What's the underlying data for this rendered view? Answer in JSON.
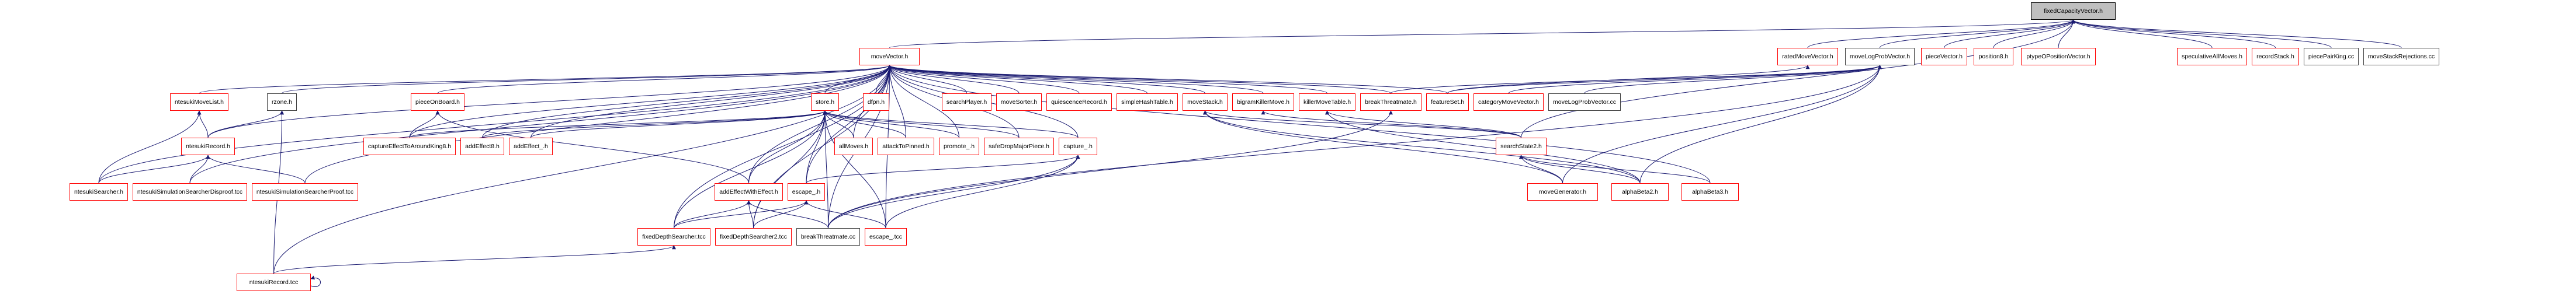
{
  "graph": {
    "title": "fixedCapacityVector.h",
    "colors": {
      "edge": "#191970",
      "root_fill": "#bfbfbf",
      "documented_border": "#ff0000",
      "undocumented_border": "#404040",
      "background": "#ffffff"
    },
    "nodes": [
      {
        "id": "fixedCapacityVector",
        "label": "fixedCapacityVector.h",
        "style": "root"
      },
      {
        "id": "moveVector",
        "label": "moveVector.h",
        "style": "red"
      },
      {
        "id": "ratedMoveVector",
        "label": "ratedMoveVector.h",
        "style": "red"
      },
      {
        "id": "moveLogProbVector",
        "label": "moveLogProbVector.h",
        "style": "black"
      },
      {
        "id": "pieceVector",
        "label": "pieceVector.h",
        "style": "red"
      },
      {
        "id": "position8",
        "label": "position8.h",
        "style": "red"
      },
      {
        "id": "ptypeOPositionVector",
        "label": "ptypeOPositionVector.h",
        "style": "red"
      },
      {
        "id": "speculativeAllMoves",
        "label": "speculativeAllMoves.h",
        "style": "red"
      },
      {
        "id": "recordStack",
        "label": "recordStack.h",
        "style": "red"
      },
      {
        "id": "piecePairKing",
        "label": "piecePairKing.cc",
        "style": "black"
      },
      {
        "id": "moveStackRejections",
        "label": "moveStackRejections.cc",
        "style": "black"
      },
      {
        "id": "ntesukiMoveList",
        "label": "ntesukiMoveList.h",
        "style": "red"
      },
      {
        "id": "rzone",
        "label": "rzone.h",
        "style": "black"
      },
      {
        "id": "pieceOnBoard",
        "label": "pieceOnBoard.h",
        "style": "red"
      },
      {
        "id": "store",
        "label": "store.h",
        "style": "red"
      },
      {
        "id": "dfpn",
        "label": "dfpn.h",
        "style": "red"
      },
      {
        "id": "searchPlayer",
        "label": "searchPlayer.h",
        "style": "red"
      },
      {
        "id": "moveSorter",
        "label": "moveSorter.h",
        "style": "red"
      },
      {
        "id": "quiescenceRecord",
        "label": "quiescenceRecord.h",
        "style": "red"
      },
      {
        "id": "simpleHashTable",
        "label": "simpleHashTable.h",
        "style": "red"
      },
      {
        "id": "moveStack",
        "label": "moveStack.h",
        "style": "red"
      },
      {
        "id": "bigramKillerMove",
        "label": "bigramKillerMove.h",
        "style": "red"
      },
      {
        "id": "killerMoveTable",
        "label": "killerMoveTable.h",
        "style": "red"
      },
      {
        "id": "breakThreatmateH",
        "label": "breakThreatmate.h",
        "style": "red"
      },
      {
        "id": "featureSet",
        "label": "featureSet.h",
        "style": "red"
      },
      {
        "id": "categoryMoveVector",
        "label": "categoryMoveVector.h",
        "style": "red"
      },
      {
        "id": "moveLogProbVectorCc",
        "label": "moveLogProbVector.cc",
        "style": "black"
      },
      {
        "id": "ntesukiRecordH",
        "label": "ntesukiRecord.h",
        "style": "red"
      },
      {
        "id": "captureEffectToAroundKing8",
        "label": "captureEffectToAroundKing8.h",
        "style": "red"
      },
      {
        "id": "addEffect8",
        "label": "addEffect8.h",
        "style": "red"
      },
      {
        "id": "addEffect_",
        "label": "addEffect_.h",
        "style": "red"
      },
      {
        "id": "allMoves",
        "label": "allMoves.h",
        "style": "red"
      },
      {
        "id": "attackToPinned",
        "label": "attackToPinned.h",
        "style": "red"
      },
      {
        "id": "promote_",
        "label": "promote_.h",
        "style": "red"
      },
      {
        "id": "safeDropMajorPiece",
        "label": "safeDropMajorPiece.h",
        "style": "red"
      },
      {
        "id": "capture_",
        "label": "capture_.h",
        "style": "red"
      },
      {
        "id": "searchState2",
        "label": "searchState2.h",
        "style": "red"
      },
      {
        "id": "ntesukiSearcher",
        "label": "ntesukiSearcher.h",
        "style": "red"
      },
      {
        "id": "ntesukiSimDisproof",
        "label": "ntesukiSimulationSearcherDisproof.tcc",
        "style": "red"
      },
      {
        "id": "ntesukiSimProof",
        "label": "ntesukiSimulationSearcherProof.tcc",
        "style": "red"
      },
      {
        "id": "addEffectWithEffect",
        "label": "addEffectWithEffect.h",
        "style": "red"
      },
      {
        "id": "escape_H",
        "label": "escape_.h",
        "style": "red"
      },
      {
        "id": "moveGenerator",
        "label": "moveGenerator.h",
        "style": "red"
      },
      {
        "id": "alphaBeta2",
        "label": "alphaBeta2.h",
        "style": "red"
      },
      {
        "id": "alphaBeta3",
        "label": "alphaBeta3.h",
        "style": "red"
      },
      {
        "id": "fixedDepthSearcher",
        "label": "fixedDepthSearcher.tcc",
        "style": "red"
      },
      {
        "id": "fixedDepthSearcher2",
        "label": "fixedDepthSearcher2.tcc",
        "style": "red"
      },
      {
        "id": "breakThreatmateCc",
        "label": "breakThreatmate.cc",
        "style": "black"
      },
      {
        "id": "escape_Tcc",
        "label": "escape_.tcc",
        "style": "red"
      },
      {
        "id": "ntesukiRecordTcc",
        "label": "ntesukiRecord.tcc",
        "style": "red"
      }
    ],
    "edges": [
      [
        "moveVector",
        "fixedCapacityVector"
      ],
      [
        "ratedMoveVector",
        "fixedCapacityVector"
      ],
      [
        "moveLogProbVector",
        "fixedCapacityVector"
      ],
      [
        "pieceVector",
        "fixedCapacityVector"
      ],
      [
        "position8",
        "fixedCapacityVector"
      ],
      [
        "ptypeOPositionVector",
        "fixedCapacityVector"
      ],
      [
        "speculativeAllMoves",
        "fixedCapacityVector"
      ],
      [
        "recordStack",
        "fixedCapacityVector"
      ],
      [
        "piecePairKing",
        "fixedCapacityVector"
      ],
      [
        "moveStackRejections",
        "fixedCapacityVector"
      ],
      [
        "searchState2",
        "fixedCapacityVector"
      ],
      [
        "ntesukiMoveList",
        "moveVector"
      ],
      [
        "rzone",
        "moveVector"
      ],
      [
        "pieceOnBoard",
        "moveVector"
      ],
      [
        "store",
        "moveVector"
      ],
      [
        "dfpn",
        "moveVector"
      ],
      [
        "searchPlayer",
        "moveVector"
      ],
      [
        "moveSorter",
        "moveVector"
      ],
      [
        "quiescenceRecord",
        "moveVector"
      ],
      [
        "simpleHashTable",
        "moveVector"
      ],
      [
        "moveStack",
        "moveVector"
      ],
      [
        "bigramKillerMove",
        "moveVector"
      ],
      [
        "killerMoveTable",
        "moveVector"
      ],
      [
        "breakThreatmateH",
        "moveVector"
      ],
      [
        "featureSet",
        "moveVector"
      ],
      [
        "ntesukiRecordH",
        "moveVector"
      ],
      [
        "captureEffectToAroundKing8",
        "moveVector"
      ],
      [
        "addEffect8",
        "moveVector"
      ],
      [
        "addEffect_",
        "moveVector"
      ],
      [
        "allMoves",
        "moveVector"
      ],
      [
        "attackToPinned",
        "moveVector"
      ],
      [
        "promote_",
        "moveVector"
      ],
      [
        "safeDropMajorPiece",
        "moveVector"
      ],
      [
        "capture_",
        "moveVector"
      ],
      [
        "ntesukiSearcher",
        "moveVector"
      ],
      [
        "ntesukiSimDisproof",
        "moveVector"
      ],
      [
        "ntesukiSimProof",
        "moveVector"
      ],
      [
        "addEffectWithEffect",
        "moveVector"
      ],
      [
        "escape_H",
        "moveVector"
      ],
      [
        "alphaBeta3",
        "moveVector"
      ],
      [
        "fixedDepthSearcher",
        "moveVector"
      ],
      [
        "fixedDepthSearcher2",
        "moveVector"
      ],
      [
        "breakThreatmateCc",
        "moveVector"
      ],
      [
        "escape_Tcc",
        "moveVector"
      ],
      [
        "ntesukiRecordTcc",
        "moveVector"
      ],
      [
        "featureSet",
        "ratedMoveVector"
      ],
      [
        "breakThreatmateH",
        "moveLogProbVector"
      ],
      [
        "featureSet",
        "moveLogProbVector"
      ],
      [
        "categoryMoveVector",
        "moveLogProbVector"
      ],
      [
        "moveLogProbVectorCc",
        "moveLogProbVector"
      ],
      [
        "alphaBeta2",
        "moveLogProbVector"
      ],
      [
        "moveGenerator",
        "moveLogProbVector"
      ],
      [
        "breakThreatmateCc",
        "moveLogProbVector"
      ],
      [
        "ntesukiRecordH",
        "ntesukiMoveList"
      ],
      [
        "ntesukiSearcher",
        "ntesukiMoveList"
      ],
      [
        "ntesukiRecordH",
        "rzone"
      ],
      [
        "ntesukiRecordTcc",
        "rzone"
      ],
      [
        "captureEffectToAroundKing8",
        "pieceOnBoard"
      ],
      [
        "addEffectWithEffect",
        "pieceOnBoard"
      ],
      [
        "captureEffectToAroundKing8",
        "store"
      ],
      [
        "addEffect8",
        "store"
      ],
      [
        "addEffect_",
        "store"
      ],
      [
        "allMoves",
        "store"
      ],
      [
        "attackToPinned",
        "store"
      ],
      [
        "promote_",
        "store"
      ],
      [
        "safeDropMajorPiece",
        "store"
      ],
      [
        "capture_",
        "store"
      ],
      [
        "addEffectWithEffect",
        "store"
      ],
      [
        "escape_H",
        "store"
      ],
      [
        "fixedDepthSearcher",
        "store"
      ],
      [
        "fixedDepthSearcher2",
        "store"
      ],
      [
        "breakThreatmateCc",
        "store"
      ],
      [
        "escape_Tcc",
        "store"
      ],
      [
        "searchState2",
        "moveStack"
      ],
      [
        "moveGenerator",
        "moveStack"
      ],
      [
        "alphaBeta2",
        "moveStack"
      ],
      [
        "searchState2",
        "bigramKillerMove"
      ],
      [
        "searchState2",
        "killerMoveTable"
      ],
      [
        "alphaBeta2",
        "killerMoveTable"
      ],
      [
        "breakThreatmateCc",
        "breakThreatmateH"
      ],
      [
        "ntesukiSearcher",
        "ntesukiRecordH"
      ],
      [
        "ntesukiSimDisproof",
        "ntesukiRecordH"
      ],
      [
        "ntesukiSimProof",
        "ntesukiRecordH"
      ],
      [
        "escape_H",
        "capture_"
      ],
      [
        "breakThreatmateCc",
        "capture_"
      ],
      [
        "escape_Tcc",
        "capture_"
      ],
      [
        "moveGenerator",
        "searchState2"
      ],
      [
        "alphaBeta2",
        "searchState2"
      ],
      [
        "alphaBeta3",
        "searchState2"
      ],
      [
        "fixedDepthSearcher",
        "addEffectWithEffect"
      ],
      [
        "fixedDepthSearcher2",
        "addEffectWithEffect"
      ],
      [
        "breakThreatmateCc",
        "addEffectWithEffect"
      ],
      [
        "fixedDepthSearcher2",
        "escape_H"
      ],
      [
        "fixedDepthSearcher",
        "escape_H"
      ],
      [
        "escape_Tcc",
        "escape_H"
      ],
      [
        "ntesukiRecordTcc",
        "fixedDepthSearcher"
      ],
      [
        "ntesukiRecordTcc",
        "ntesukiRecordTcc"
      ]
    ]
  }
}
